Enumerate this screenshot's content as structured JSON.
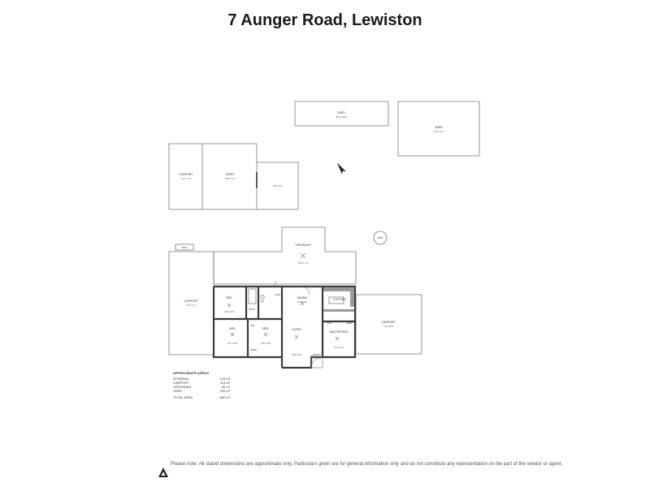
{
  "title": "7 Aunger Road, Lewiston",
  "rooms": {
    "shed_top": {
      "name": "SHED",
      "dims": "11.6 x 2.6"
    },
    "shed_right": {
      "name": "SHED",
      "dims": "9.6 x 6.1"
    },
    "carport_left_top": {
      "name": "CARPORT",
      "dims": "3.6 x 7.3"
    },
    "shed_mid": {
      "name": "SHED",
      "dims": "6.6 x 7.3"
    },
    "shed_annex": {
      "name": "",
      "dims": "6.6 x 5.6"
    },
    "verandah": {
      "name": "VERANDAH",
      "dims": "6.5 x 7.4"
    },
    "carport_main": {
      "name": "CARPORT",
      "dims": "5.6 x 7.4"
    },
    "carport_right": {
      "name": "CARPORT",
      "dims": "7.3 x 6.6"
    },
    "bed1": {
      "name": "BED",
      "dims": "2.8 x 3.6"
    },
    "bed2": {
      "name": "BED",
      "dims": "3.7 x 3.5"
    },
    "bed3": {
      "name": "BED",
      "dims": "3.6 x 3.5"
    },
    "dining": {
      "name": "DINING",
      "dims": "6.5 x 3.6"
    },
    "kitchen": {
      "name": "KITCHEN",
      "dims": ""
    },
    "living": {
      "name": "LIVING",
      "dims": "3.8 x 5.6"
    },
    "master": {
      "name": "MASTER BED",
      "dims": "3.4 x 3.6"
    },
    "entry": {
      "name": "ENTRY",
      "dims": ""
    },
    "bath": {
      "name": "BATH",
      "dims": ""
    },
    "wc": {
      "name": "WC",
      "dims": ""
    },
    "ldry": {
      "name": "LDRY",
      "dims": ""
    },
    "wir": {
      "name": "WIR",
      "dims": ""
    },
    "ens": {
      "name": "ENS",
      "dims": ""
    },
    "robe": {
      "name": "ROBE",
      "dims": ""
    },
    "linen": {
      "name": "LIN",
      "dims": ""
    }
  },
  "tanks": {
    "tank1": "RWT",
    "tank2": "RWT"
  },
  "areas": {
    "heading": "APPROXIMATE AREAS",
    "rows": [
      {
        "label": "INTERNAL",
        "value": "123 m²"
      },
      {
        "label": "CARPORT",
        "value": "113 m²"
      },
      {
        "label": "VERANDAH",
        "value": "56 m²"
      },
      {
        "label": "SHED",
        "value": "190 m²"
      }
    ],
    "total_label": "TOTAL AREA",
    "total_value": "482 m²"
  },
  "disclaimer": "Please note: All stated dimensions are approximate only. Particulars given are for general information only and do not constitute any representation on the part of the vendor or agent.",
  "colors": {
    "wall": "#3a3a3a",
    "outline": "#777777",
    "kitchen_fill": "#9a9a9a"
  }
}
